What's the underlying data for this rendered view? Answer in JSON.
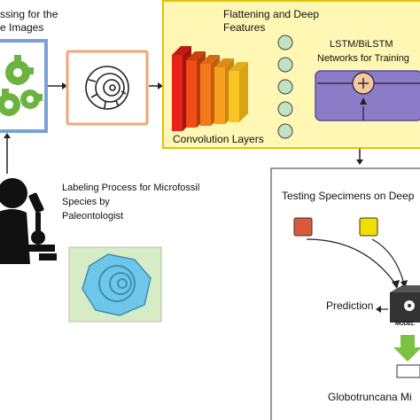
{
  "preprocess": {
    "line1": "ssing for the",
    "line2": "e Images"
  },
  "features": {
    "line1": "Flattening and Deep",
    "line2": "Features"
  },
  "lstm": {
    "line1": "LSTM/BiLSTM",
    "line2": "Networks for Training"
  },
  "convolution_label": "Convolution Layers",
  "labeling": {
    "line1": "Labeling Process for Microfossil",
    "line2": "Species by",
    "line3": "Paleontologist"
  },
  "testing_title": "Testing Specimens on Deep",
  "prediction_label": "Prediction",
  "model_label": "MODEL",
  "result_label": "Globotruncana Mi",
  "colors": {
    "preprocess_border": "#7aa0d8",
    "gear_green": "#6cb33f",
    "fossil_panel_border": "#f0a675",
    "features_panel_fill": "#fff7b3",
    "features_panel_border": "#e8c200",
    "conv_layers": [
      "#e8201c",
      "#ef4d17",
      "#f4791a",
      "#f7a11f",
      "#f9c426"
    ],
    "feature_nodes": "#bfe3c3",
    "lstm_fill": "#8b7cc7",
    "lstm_cell": "#f5c8a0",
    "labeling_panel_fill": "#d6ecc4",
    "fossil_blue": "#6ec6e8",
    "specimen_red": "#d95a3a",
    "specimen_yellow": "#f0e000",
    "down_arrow": "#7bc143"
  }
}
